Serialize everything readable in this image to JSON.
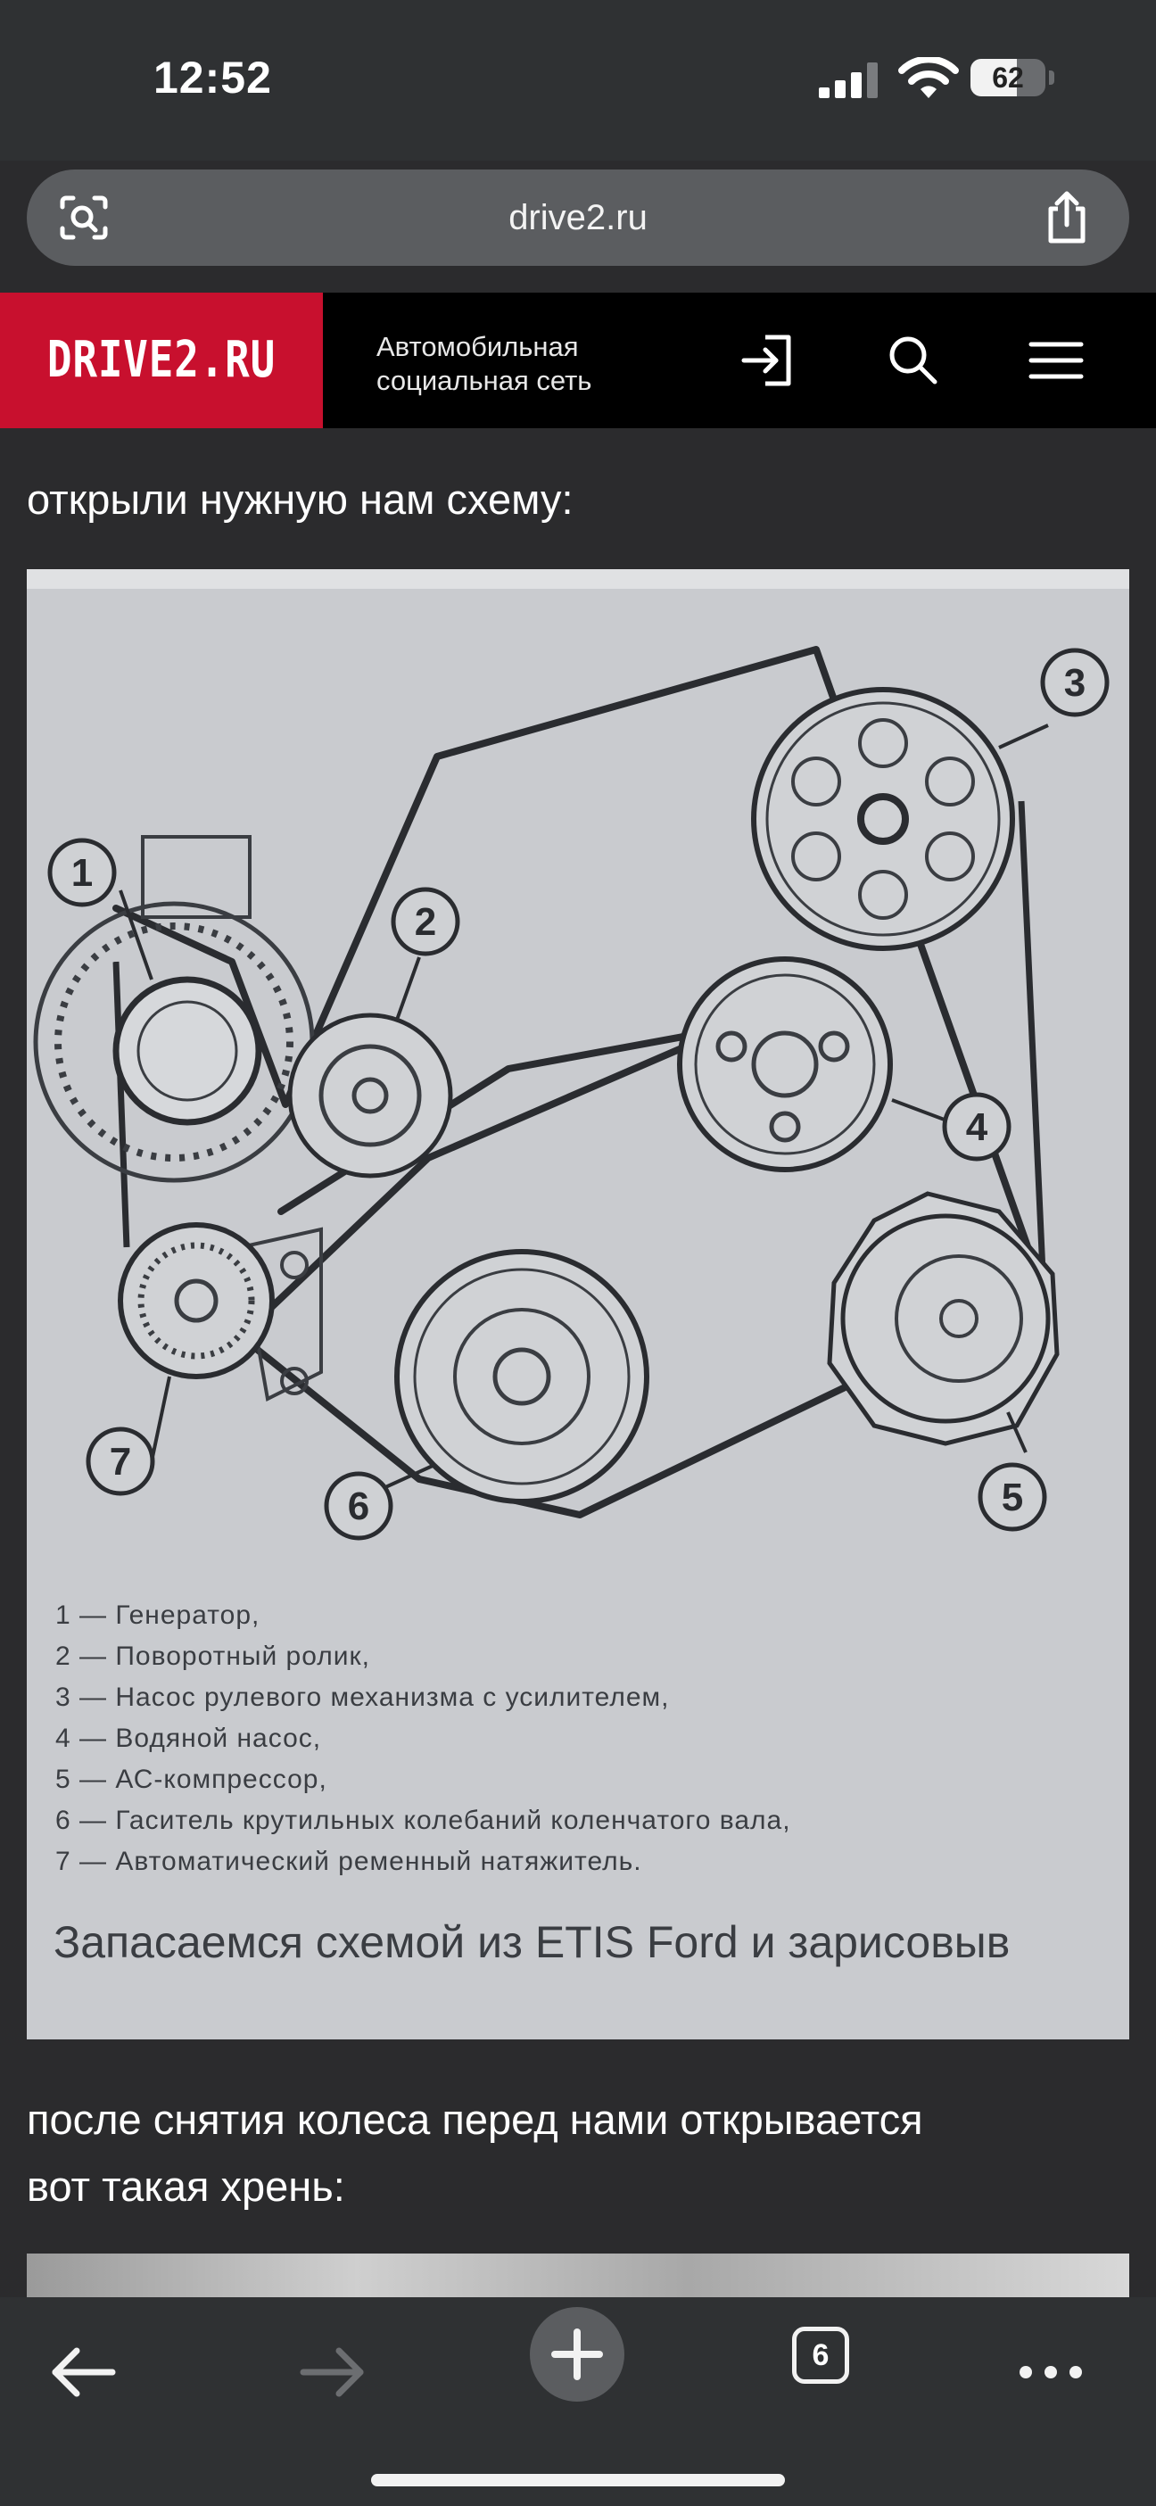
{
  "status_bar": {
    "time": "12:52",
    "battery_percent": "62",
    "battery_level": 62
  },
  "url_bar": {
    "domain": "drive2.ru",
    "lens_icon": "search-lens-icon",
    "share_icon": "share-icon"
  },
  "site_header": {
    "logo": "DRIVE2.RU",
    "tagline_line1": "Автомобильная",
    "tagline_line2": "социальная сеть",
    "brand_color": "#c8102e",
    "icons": [
      "login-icon",
      "search-icon",
      "menu-icon"
    ]
  },
  "article": {
    "para1": "открыли нужную нам схему:",
    "figure": {
      "callouts": [
        "1",
        "2",
        "3",
        "4",
        "5",
        "6",
        "7"
      ],
      "legend": [
        "1 — Генератор,",
        "2 — Поворотный ролик,",
        "3 — Насос рулевого механизма с усилителем,",
        "4 — Водяной насос,",
        "5 — АС-компрессор,",
        "6 — Гаситель крутильных колебаний коленчатого вала,",
        "7 — Автоматический ременный натяжитель."
      ],
      "caption": "Запасаемся схемой из ETIS Ford и зарисовыв"
    },
    "para2_line1": "после снятия колеса перед нами открывается",
    "para2_line2": "вот такая хрень:"
  },
  "toolbar": {
    "tab_count": "6",
    "icons": [
      "back-arrow-icon",
      "forward-arrow-icon",
      "plus-icon",
      "tabs-icon",
      "more-icon"
    ]
  }
}
